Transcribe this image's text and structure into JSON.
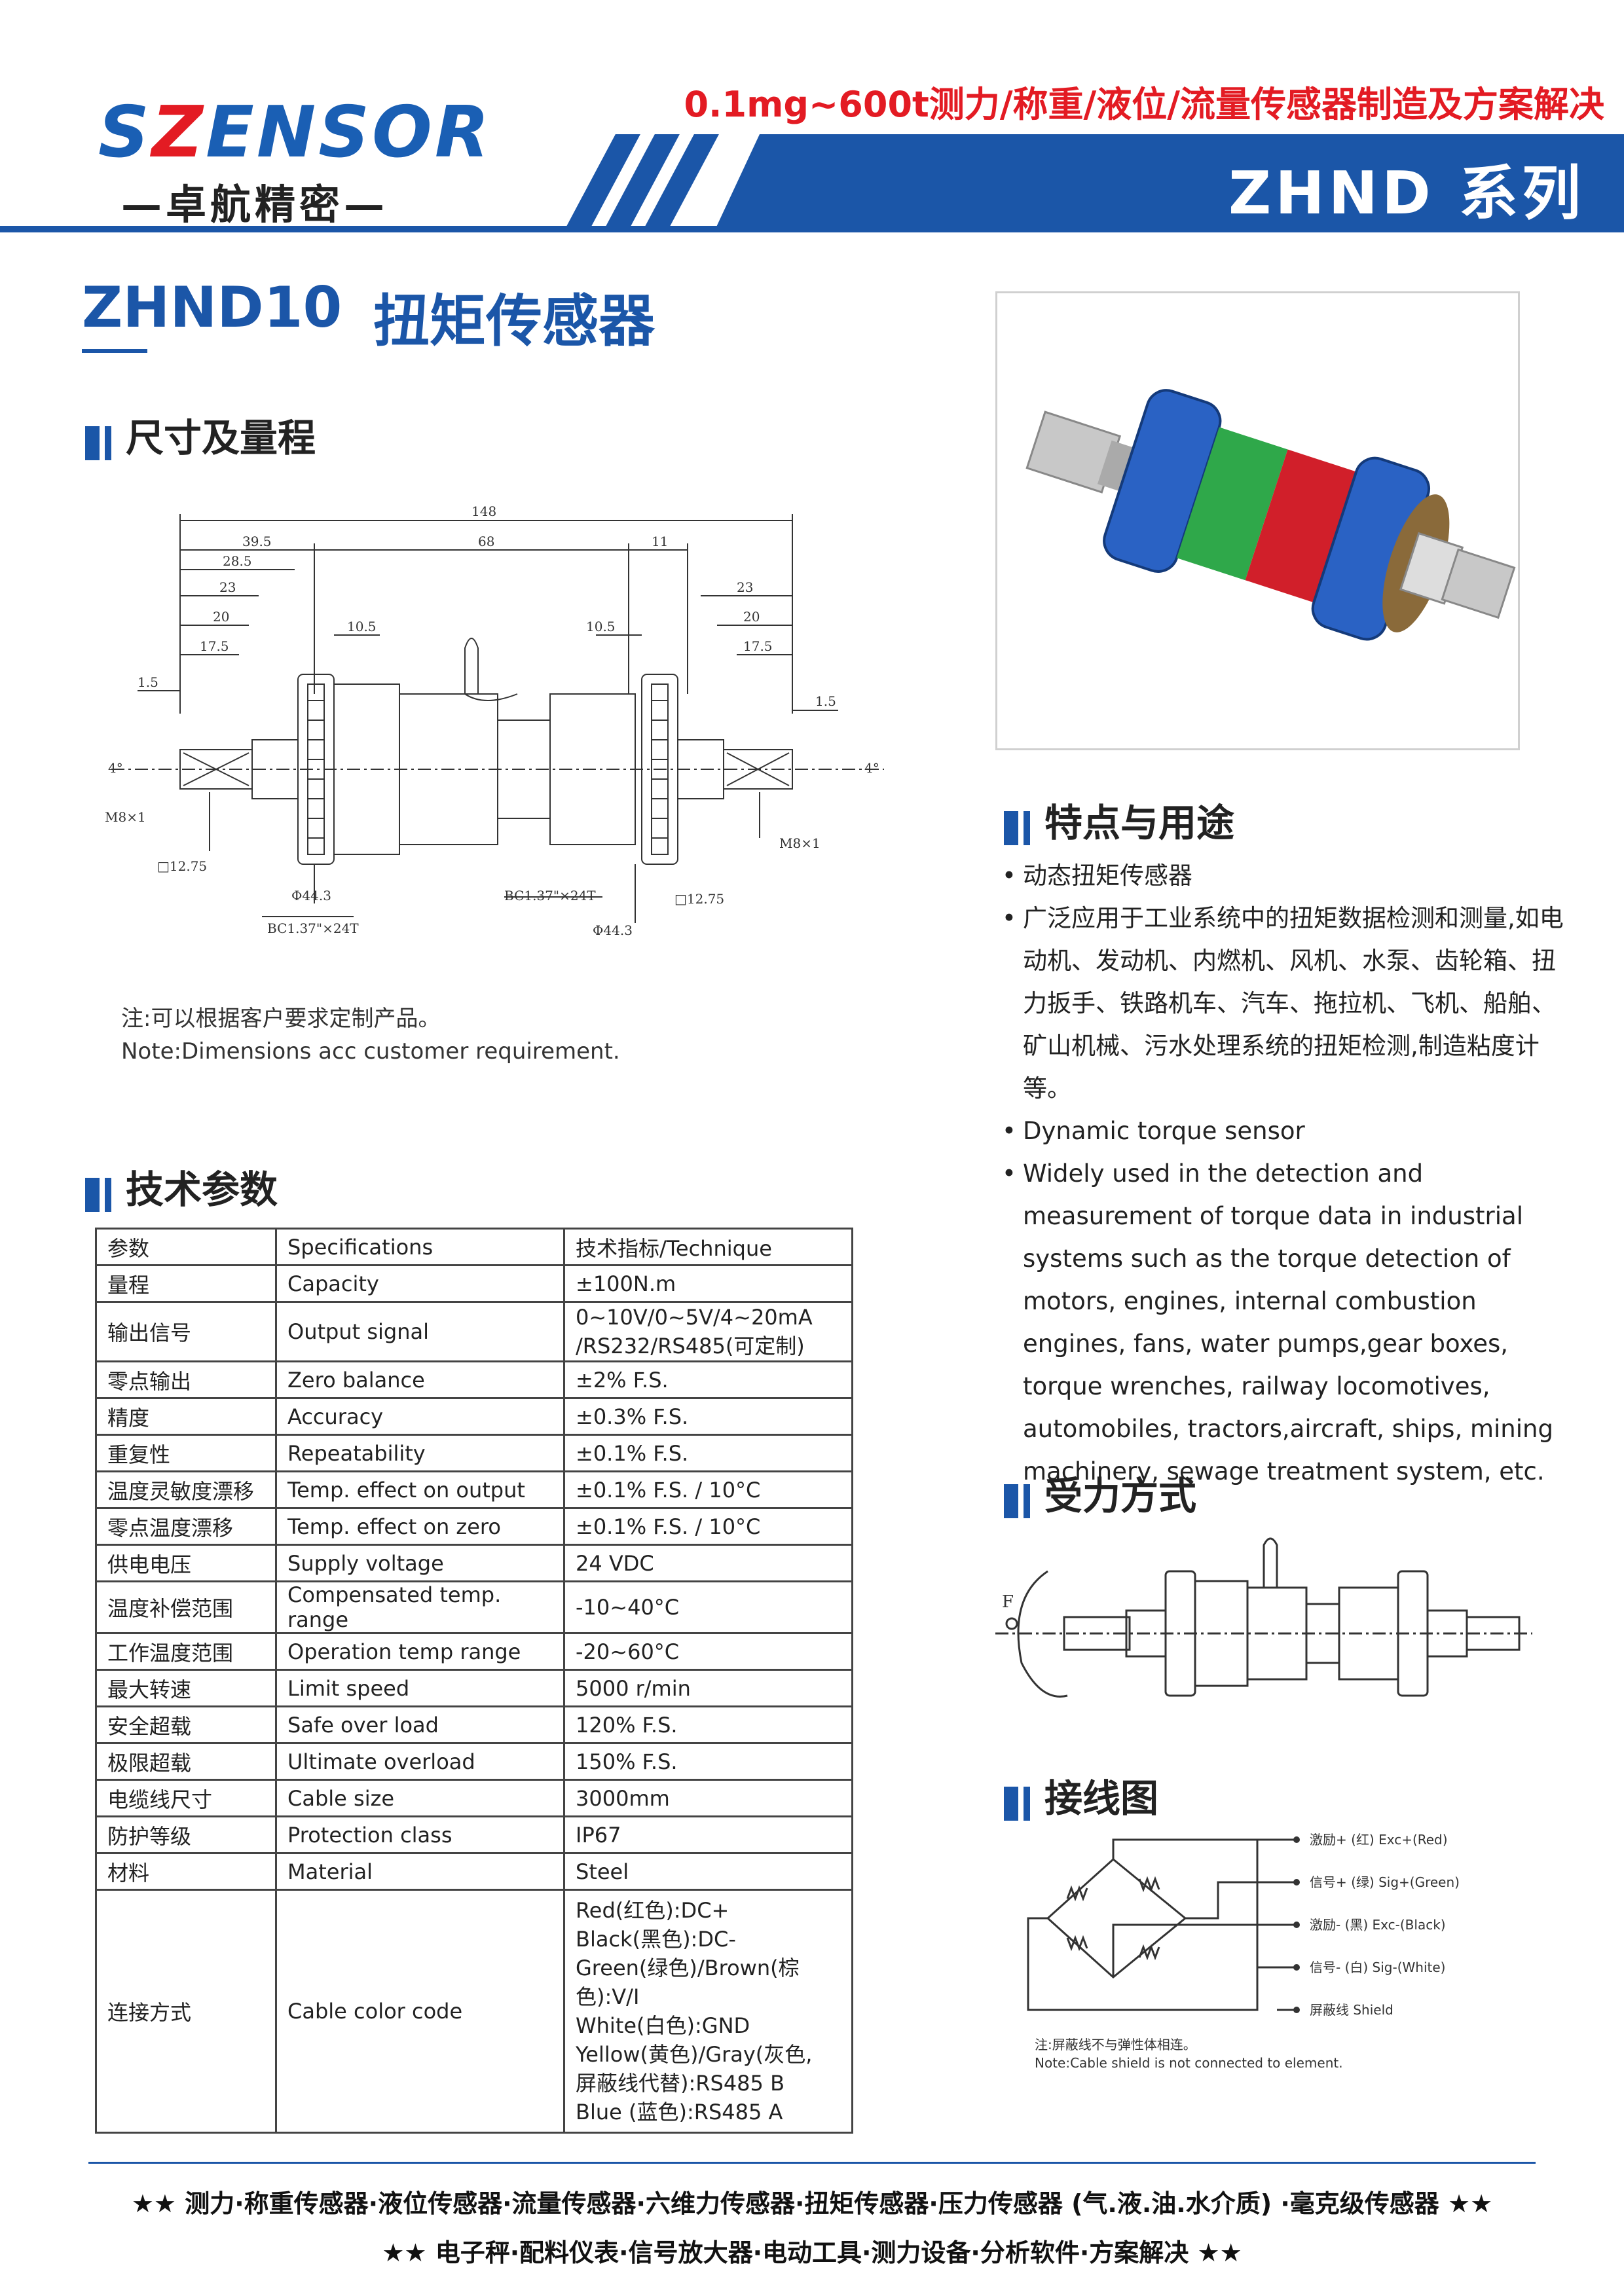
{
  "header": {
    "logo_text": "SZENSOR",
    "logo_subtitle": "—卓航精密—",
    "tagline": "0.1mg~600t测力/称重/液位/流量传感器制造及方案解决",
    "series": "ZHND 系列"
  },
  "title": {
    "model": "ZHND10",
    "name": "扭矩传感器"
  },
  "sections": {
    "dimensions": "尺寸及量程",
    "specs": "技术参数",
    "features": "特点与用途",
    "loading": "受力方式",
    "wiring": "接线图"
  },
  "drawing_labels": {
    "d148": "148",
    "d39_5": "39.5",
    "d28_5": "28.5",
    "d23l": "23",
    "d20l": "20",
    "d17_5l": "17.5",
    "d1_5l": "1.5",
    "d10_5l": "10.5",
    "d68": "68",
    "d11": "11",
    "d10_5r": "10.5",
    "d23r": "23",
    "d20r": "20",
    "d17_5r": "17.5",
    "d1_5r": "1.5",
    "d4l": "4°",
    "d4r": "4°",
    "m8l": "M8×1",
    "m8r": "M8×1",
    "sq_l": "□12.75",
    "sq_r": "□12.75",
    "phi_l": "Φ44.3",
    "phi_r": "Φ44.3",
    "bc_l": "BC1.37\"×24T",
    "bc_r": "BC1.37\"×24T"
  },
  "notes": {
    "cn": "注:可以根据客户要求定制产品。",
    "en": "Note:Dimensions acc customer requirement."
  },
  "spec_table": {
    "header": [
      "参数",
      "Specifications",
      "技术指标/Technique"
    ],
    "rows": [
      [
        "量程",
        "Capacity",
        "±100N.m"
      ],
      [
        "输出信号",
        "Output signal",
        "0~10V/0~5V/4~20mA",
        "/RS232/RS485(可定制)"
      ],
      [
        "零点输出",
        "Zero balance",
        "±2% F.S."
      ],
      [
        "精度",
        "Accuracy",
        "±0.3% F.S."
      ],
      [
        "重复性",
        "Repeatability",
        "±0.1% F.S."
      ],
      [
        "温度灵敏度漂移",
        "Temp. effect on output",
        "±0.1% F.S. / 10°C"
      ],
      [
        "零点温度漂移",
        "Temp. effect on zero",
        "±0.1% F.S. / 10°C"
      ],
      [
        "供电电压",
        "Supply voltage",
        "24 VDC"
      ],
      [
        "温度补偿范围",
        "Compensated temp. range",
        "-10~40°C"
      ],
      [
        "工作温度范围",
        "Operation temp range",
        "-20~60°C"
      ],
      [
        "最大转速",
        "Limit speed",
        "5000 r/min"
      ],
      [
        "安全超载",
        "Safe over load",
        "120% F.S."
      ],
      [
        "极限超载",
        "Ultimate overload",
        "150% F.S."
      ],
      [
        "电缆线尺寸",
        "Cable size",
        "3000mm"
      ],
      [
        "防护等级",
        "Protection class",
        "IP67"
      ],
      [
        "材料",
        "Material",
        "Steel"
      ]
    ],
    "cable": {
      "c1": "连接方式",
      "c2": "Cable color code",
      "lines": [
        "Red(红色):DC+",
        "Black(黑色):DC-",
        "Green(绿色)/Brown(棕色):V/I",
        "White(白色):GND",
        "Yellow(黄色)/Gray(灰色,",
        "屏蔽线代替):RS485 B",
        "Blue (蓝色):RS485 A"
      ]
    }
  },
  "features": [
    "动态扭矩传感器",
    "广泛应用于工业系统中的扭矩数据检测和测量,如电动机、发动机、内燃机、风机、水泵、齿轮箱、扭力扳手、铁路机车、汽车、拖拉机、飞机、船舶、矿山机械、污水处理系统的扭矩检测,制造粘度计等。",
    "Dynamic torque sensor",
    "Widely used in the detection and measurement of torque data in industrial systems such as the torque detection of motors, engines, internal combustion engines, fans, water pumps,gear boxes, torque wrenches, railway locomotives, automobiles, tractors,aircraft, ships, mining machinery, sewage treatment system, etc."
  ],
  "loading_label": "F",
  "wiring": {
    "labels": [
      "激励+ (红) Exc+(Red)",
      "信号+ (绿) Sig+(Green)",
      "激励- (黑) Exc-(Black)",
      "信号- (白) Sig-(White)",
      "屏蔽线 Shield"
    ],
    "note_cn": "注:屏蔽线不与弹性体相连。",
    "note_en": "Note:Cable shield is not connected to element."
  },
  "footer": {
    "line1": "★★ 测力·称重传感器·液位传感器·流量传感器·六维力传感器·扭矩传感器·压力传感器 (气.液.油.水介质) ·毫克级传感器 ★★",
    "line2": "★★ 电子秤·配料仪表·信号放大器·电动工具·测力设备·分析软件·方案解决 ★★"
  },
  "colors": {
    "brand_blue": "#1b56a8",
    "accent_red": "#e31b23"
  }
}
